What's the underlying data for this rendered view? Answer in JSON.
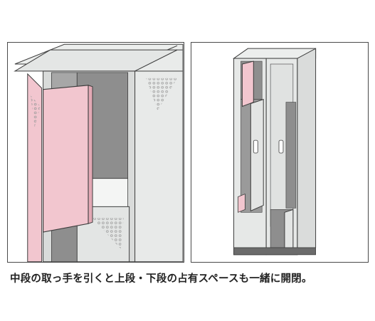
{
  "caption": "中段の取っ手を引くと上段・下段の占有スペースも一緒に開閉。",
  "colors": {
    "door_pink": "#f2c6cf",
    "cabinet_gray": "#e6e8e7",
    "interior_dark": "#8e8e8e",
    "outline": "#3d3d3d"
  },
  "icons": [
    "perforated-vent-pattern",
    "door-handle"
  ]
}
